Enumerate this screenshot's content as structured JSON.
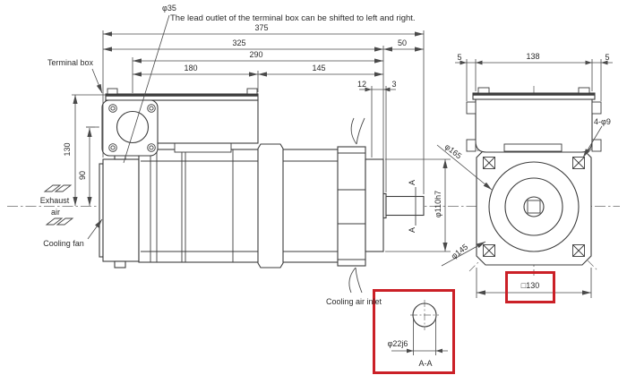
{
  "annotations": {
    "lead_hole_dia": "φ35",
    "note": "The lead outlet of the terminal box can be shifted to left and right.",
    "terminal_box": "Terminal box",
    "exhaust_line1": "Exhaust",
    "exhaust_line2": "air",
    "cooling_fan": "Cooling fan",
    "cooling_air_inlet": "Cooling air inlet"
  },
  "side_view": {
    "dims": {
      "overall_length": "375",
      "body_length": "325",
      "to_gland_center": "290",
      "gland_to_band": "180",
      "band_to_flange": "145",
      "shaft_length": "50",
      "pilot_lip": "12",
      "shoulder": "3",
      "box_top_height": "130",
      "gland_center_height": "90",
      "pilot_dia": "φ110h7",
      "flange_corner_dia": "φ165",
      "bolt_circle_dia": "φ145"
    }
  },
  "front_view": {
    "dims": {
      "side_margin_left": "5",
      "box_width": "138",
      "side_margin_right": "5",
      "mount_holes": "4-φ9",
      "flange_square": "□130"
    }
  },
  "section": {
    "marker_top": "A",
    "marker_bottom": "A",
    "label": "A-A",
    "shaft_dia": "φ22j6"
  },
  "colors": {
    "highlight": "#cb2027",
    "line": "#3c3c3c",
    "dim_line": "#4a4a4a"
  }
}
